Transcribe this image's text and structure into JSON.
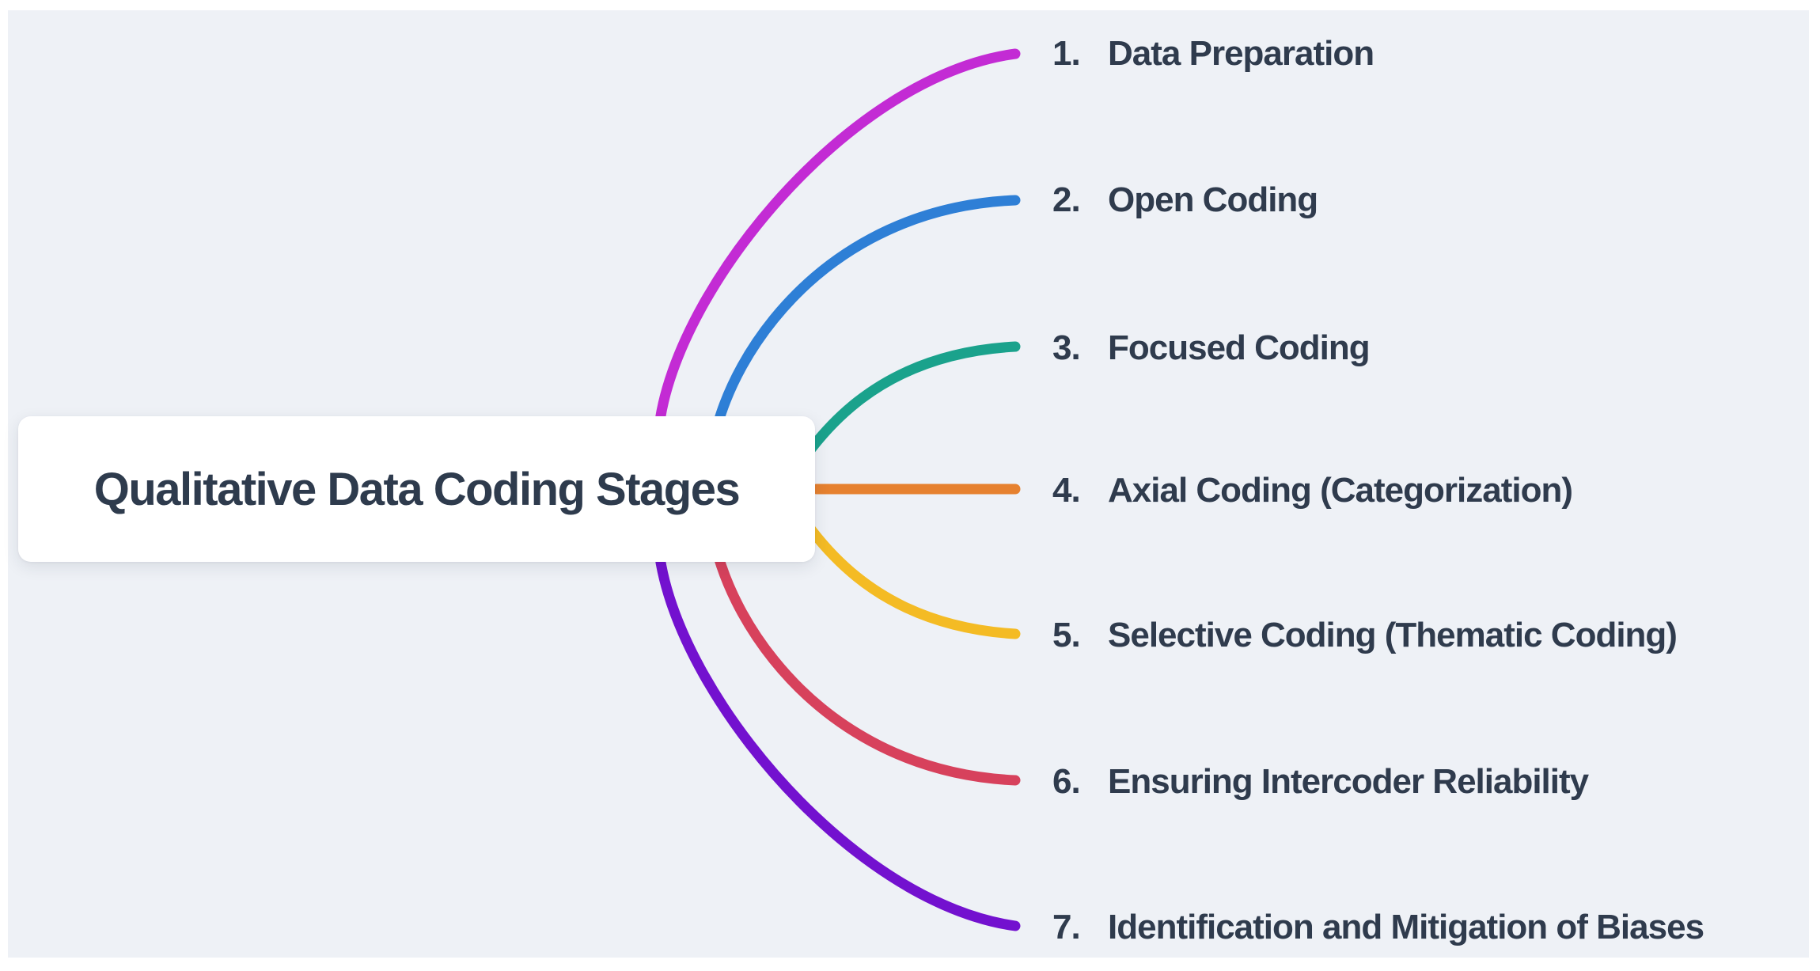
{
  "canvas": {
    "background_color": "#ffffff",
    "panel_color": "#eef1f6",
    "text_color": "#2f3b4d"
  },
  "root": {
    "label": "Qualitative Data Coding Stages",
    "bg_color": "#ffffff"
  },
  "branches": [
    {
      "number": "1.",
      "label": "Data Preparation",
      "color": "#c32bd4"
    },
    {
      "number": "2.",
      "label": "Open Coding",
      "color": "#2e7fd6"
    },
    {
      "number": "3.",
      "label": "Focused Coding",
      "color": "#1aa28c"
    },
    {
      "number": "4.",
      "label": "Axial Coding (Categorization)",
      "color": "#e6812f"
    },
    {
      "number": "5.",
      "label": "Selective Coding (Thematic Coding)",
      "color": "#f4bb24"
    },
    {
      "number": "6.",
      "label": "Ensuring Intercoder Reliability",
      "color": "#d7415c"
    },
    {
      "number": "7.",
      "label": "Identification and Mitigation of Biases",
      "color": "#7311cf"
    }
  ]
}
